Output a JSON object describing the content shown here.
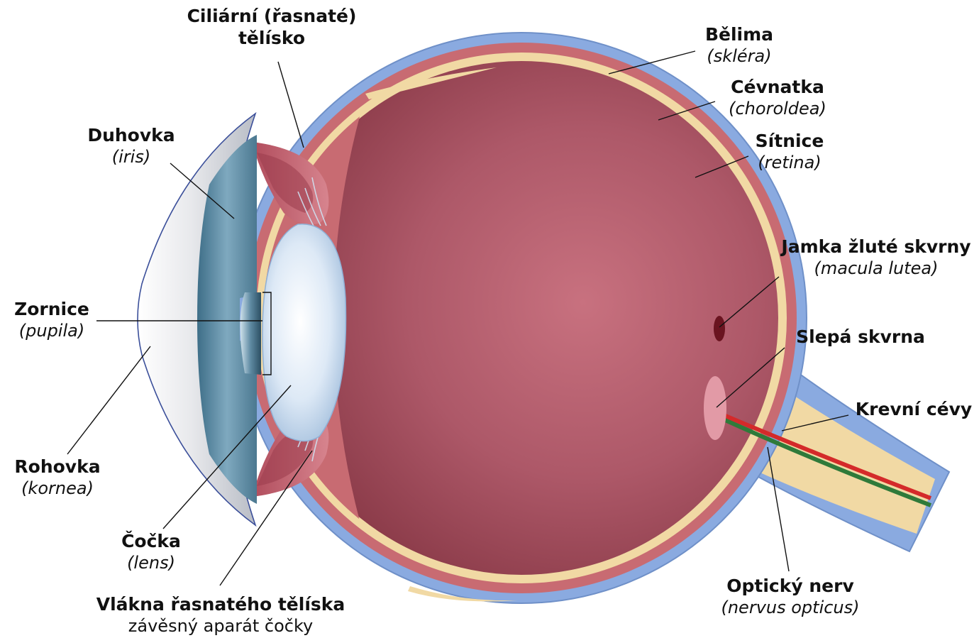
{
  "colors": {
    "sclera": "#8aaae0",
    "sclera_stroke": "#6f90c8",
    "choroid": "#c86b72",
    "retina": "#f1d9a4",
    "vitreous_center": "#c8717f",
    "vitreous_edge": "#8a3a48",
    "lens": "#dfeaf7",
    "iris": "#5f8fa6",
    "cornea": "#e9ebee",
    "blood_red": "#d42a2a",
    "blood_green": "#2f7a3a",
    "macula": "#6a1420",
    "blind_spot": "#e29aa6",
    "leader": "#111111"
  },
  "labels": {
    "ciliary": {
      "title": "Ciliární (řasnaté)",
      "sub": "tělísko"
    },
    "sclera": {
      "title": "Bělima",
      "sub": "(skléra)"
    },
    "choroid": {
      "title": "Cévnatka",
      "sub": "(choroldea)"
    },
    "retina": {
      "title": "Sítnice",
      "sub": "(retina)"
    },
    "iris": {
      "title": "Duhovka",
      "sub": "(iris)"
    },
    "macula": {
      "title": "Jamka žluté skvrny",
      "sub": "(macula lutea)"
    },
    "pupil": {
      "title": "Zornice",
      "sub": "(pupila)"
    },
    "blind_spot": {
      "title": "Slepá skvrna"
    },
    "vessels": {
      "title": "Krevní cévy"
    },
    "cornea": {
      "title": "Rohovka",
      "sub": "(kornea)"
    },
    "lens": {
      "title": "Čočka",
      "sub": "(lens)"
    },
    "optic_nerve": {
      "title": "Optický nerv",
      "sub": "(nervus opticus)"
    },
    "zonule": {
      "title": "Vlákna řasnatého tělíska",
      "sub": "závěsný aparát čočky"
    }
  }
}
